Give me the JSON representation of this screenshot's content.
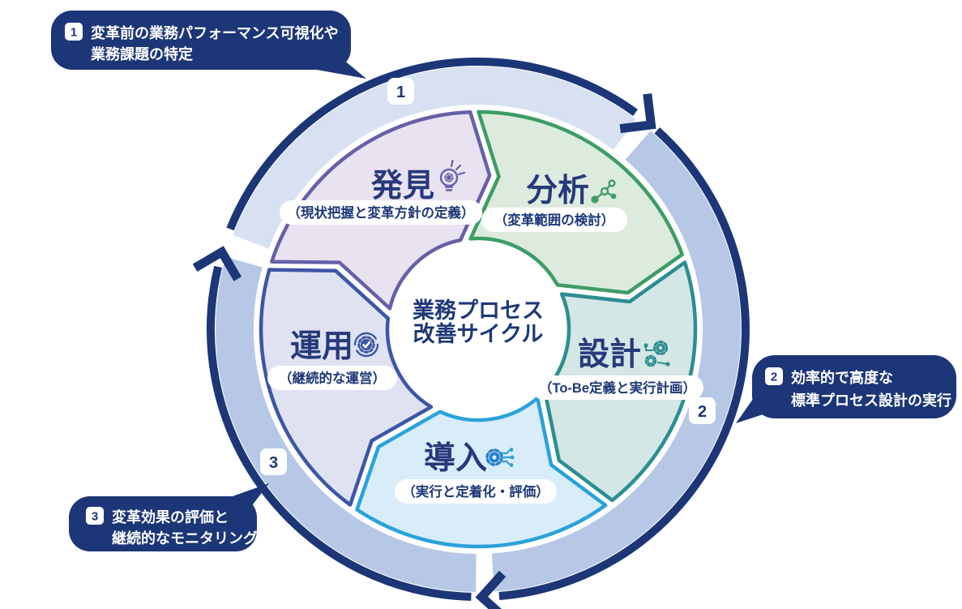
{
  "diagram_title": {
    "line1": "業務プロセス",
    "line2": "改善サイクル"
  },
  "wedges": [
    {
      "title": "発見",
      "subtitle": "（現状把握と変革方針の定義）",
      "icon": "lightbulb-gear-icon",
      "fill": "#e9e3f1",
      "border": "#6760a8",
      "icon_color": "#6760a8"
    },
    {
      "title": "分析",
      "subtitle": "（変革範囲の検討）",
      "icon": "network-nodes-icon",
      "fill": "#dcebde",
      "border": "#3e9c67",
      "icon_color": "#3e9c67"
    },
    {
      "title": "設計",
      "subtitle": "（To-Be定義と実行計画）",
      "icon": "gears-flow-icon",
      "fill": "#d4e6e5",
      "border": "#2c8e90",
      "icon_color": "#2c8e90"
    },
    {
      "title": "導入",
      "subtitle": "（実行と定着化・評価）",
      "icon": "gear-circuit-icon",
      "fill": "#d8ecfa",
      "border": "#2aa2db",
      "icon_color": "#2b7ecb"
    },
    {
      "title": "運用",
      "subtitle": "（継続的な運営）",
      "icon": "gear-check-cycle-icon",
      "fill": "#dfe2f1",
      "border": "#3e56a6",
      "icon_color": "#3e56a6"
    }
  ],
  "ring": {
    "badges": [
      "1",
      "2",
      "3"
    ],
    "band_light": "#d7e1f2",
    "band_dark": "#b7c8e6",
    "arc_color": "#1d3677"
  },
  "callouts": [
    {
      "num": "1",
      "lines": [
        "変革前の業務パフォーマンス可視化や",
        "業務課題の特定"
      ]
    },
    {
      "num": "2",
      "lines": [
        "効率的で高度な",
        "標準プロセス設計の実行"
      ]
    },
    {
      "num": "3",
      "lines": [
        "変革効果の評価と",
        "継続的なモニタリング"
      ]
    }
  ],
  "colors": {
    "navy": "#1d3677",
    "text_navy": "#27397b",
    "white": "#ffffff"
  }
}
